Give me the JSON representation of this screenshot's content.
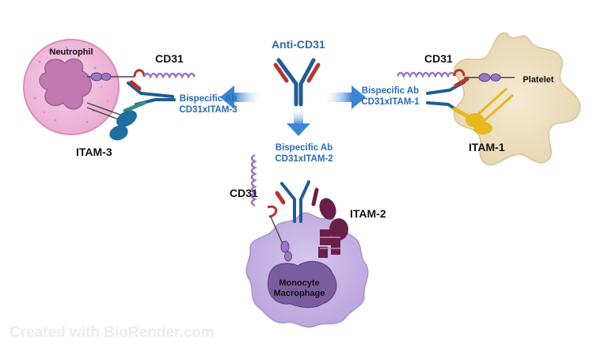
{
  "anti_cd31": "Anti-CD31",
  "bispecific_left": [
    "Bispecific Ab",
    "CD31xITAM-3"
  ],
  "bispecific_right": [
    "Bispecific Ab",
    "CD31xITAM-1"
  ],
  "bispecific_bottom": [
    "Bispecific Ab",
    "CD31xITAM-2"
  ],
  "neutrophil": "Neutrophil",
  "platelet": "Platelet",
  "monocyte": [
    "Monocyte",
    "Macrophage"
  ],
  "cd31": "CD31",
  "itam3": "ITAM-3",
  "itam1": "ITAM-1",
  "itam2": "ITAM-2",
  "watermark": "Created with BioRender.com",
  "colors": {
    "antibody_blue": "#1f5c99",
    "antibody_red": "#b73333",
    "itam3_teal": "#2f8f85",
    "itam3_receptor": "#1e6fa0",
    "itam1_yellow": "#e8b81e",
    "itam2_purple": "#6a1f4a",
    "cd31_purple": "#8e6ab0",
    "label_blue": "#2a6ab4",
    "neutrophil_pink": "#f2bfdc",
    "platelet_beige": "#efe2c6",
    "monocyte_lilac": "#c9b8e6"
  }
}
